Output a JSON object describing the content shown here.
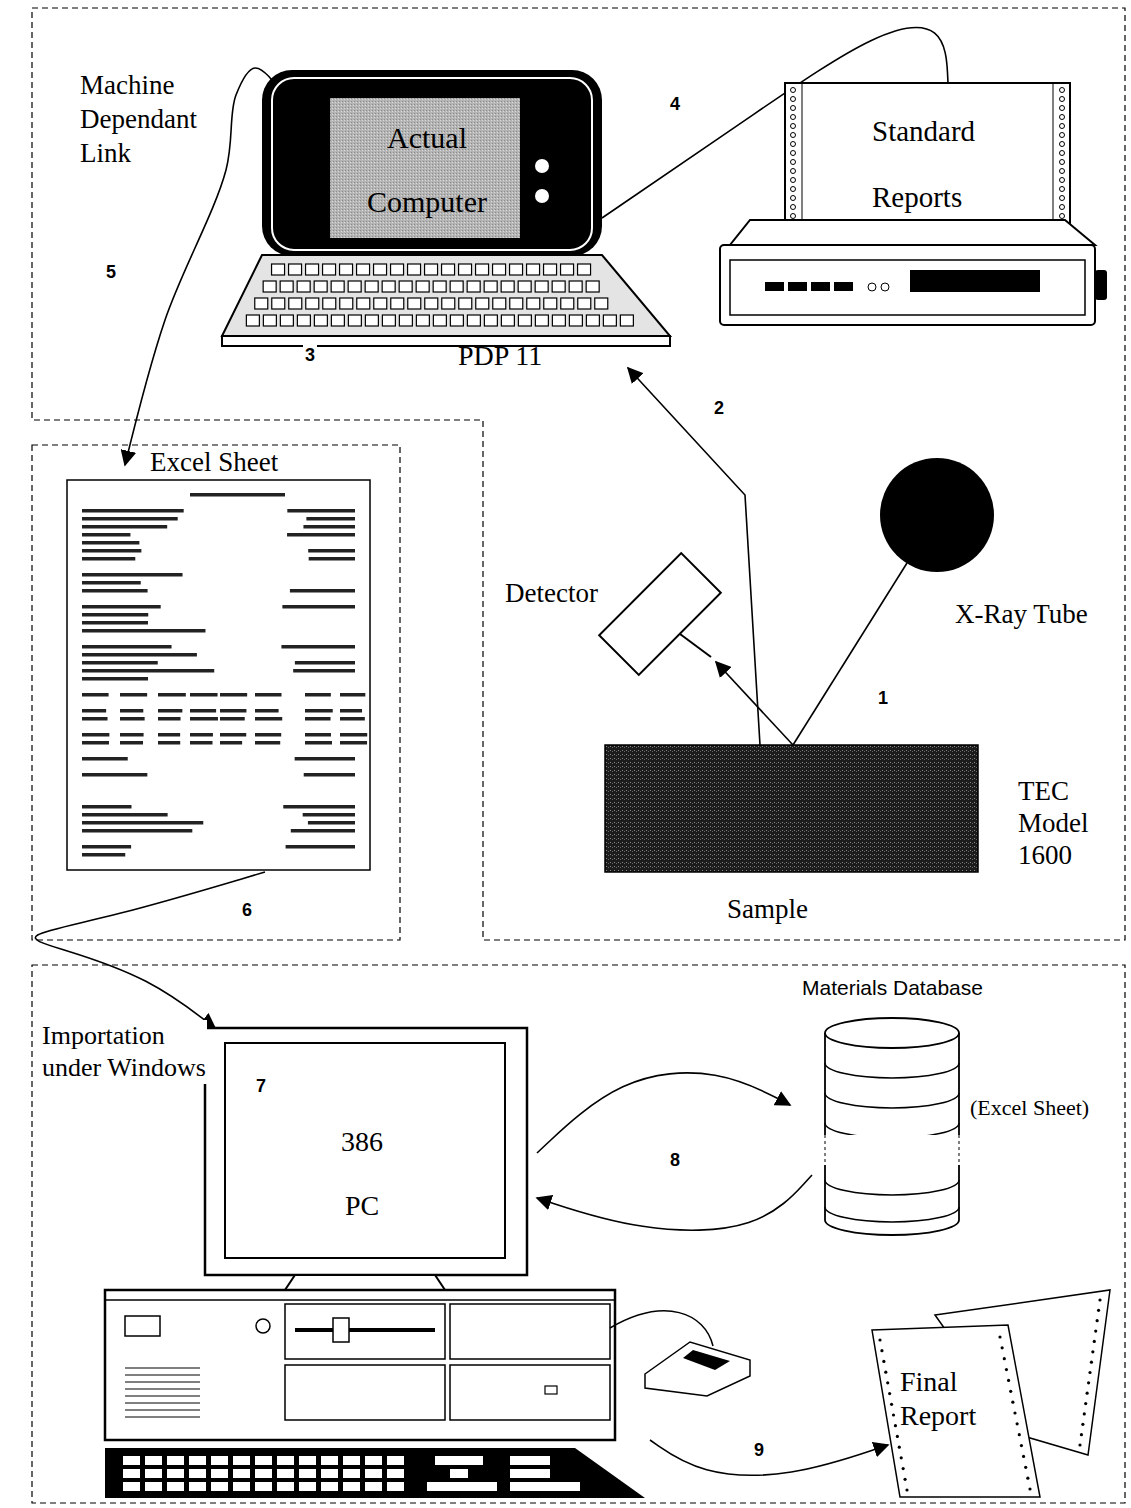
{
  "diagram": {
    "nodes": [
      {
        "text": [
          "Actual Computer",
          "PDP 11"
        ]
      },
      {
        "text": [
          "Standard Reports"
        ]
      },
      {
        "text": [
          "X-Ray Tube"
        ]
      },
      {
        "text": [
          "Detector"
        ]
      },
      {
        "text": [
          "TEC Model 1600",
          "Sample"
        ]
      },
      {
        "text": [
          "Excel Sheet"
        ]
      },
      {
        "text": [
          "386 PC"
        ]
      },
      {
        "text": [
          "Materials Database",
          "(Excel Sheet)"
        ]
      },
      {
        "text": [
          "Final Report"
        ]
      }
    ],
    "edges": [
      {
        "from": 4,
        "to": 0,
        "arrow": "to",
        "label": "2"
      },
      {
        "from": 0,
        "to": 1,
        "arrow": "none",
        "label": "4"
      },
      {
        "from": 0,
        "to": 5,
        "arrow": "to",
        "label": "5"
      },
      {
        "from": 5,
        "to": 6,
        "arrow": "to",
        "label": "6"
      },
      {
        "from": 6,
        "to": 7,
        "arrow": "to",
        "label": "8"
      },
      {
        "from": 7,
        "to": 6,
        "arrow": "to"
      },
      {
        "from": 6,
        "to": 8,
        "arrow": "to",
        "label": "9"
      },
      {
        "from": 2,
        "to": 4,
        "arrow": "none",
        "label": "1"
      },
      {
        "from": 4,
        "to": 3,
        "arrow": "to"
      }
    ],
    "labels": [
      "Machine Dependant Link",
      "3",
      "Importation under Windows",
      "7"
    ]
  }
}
